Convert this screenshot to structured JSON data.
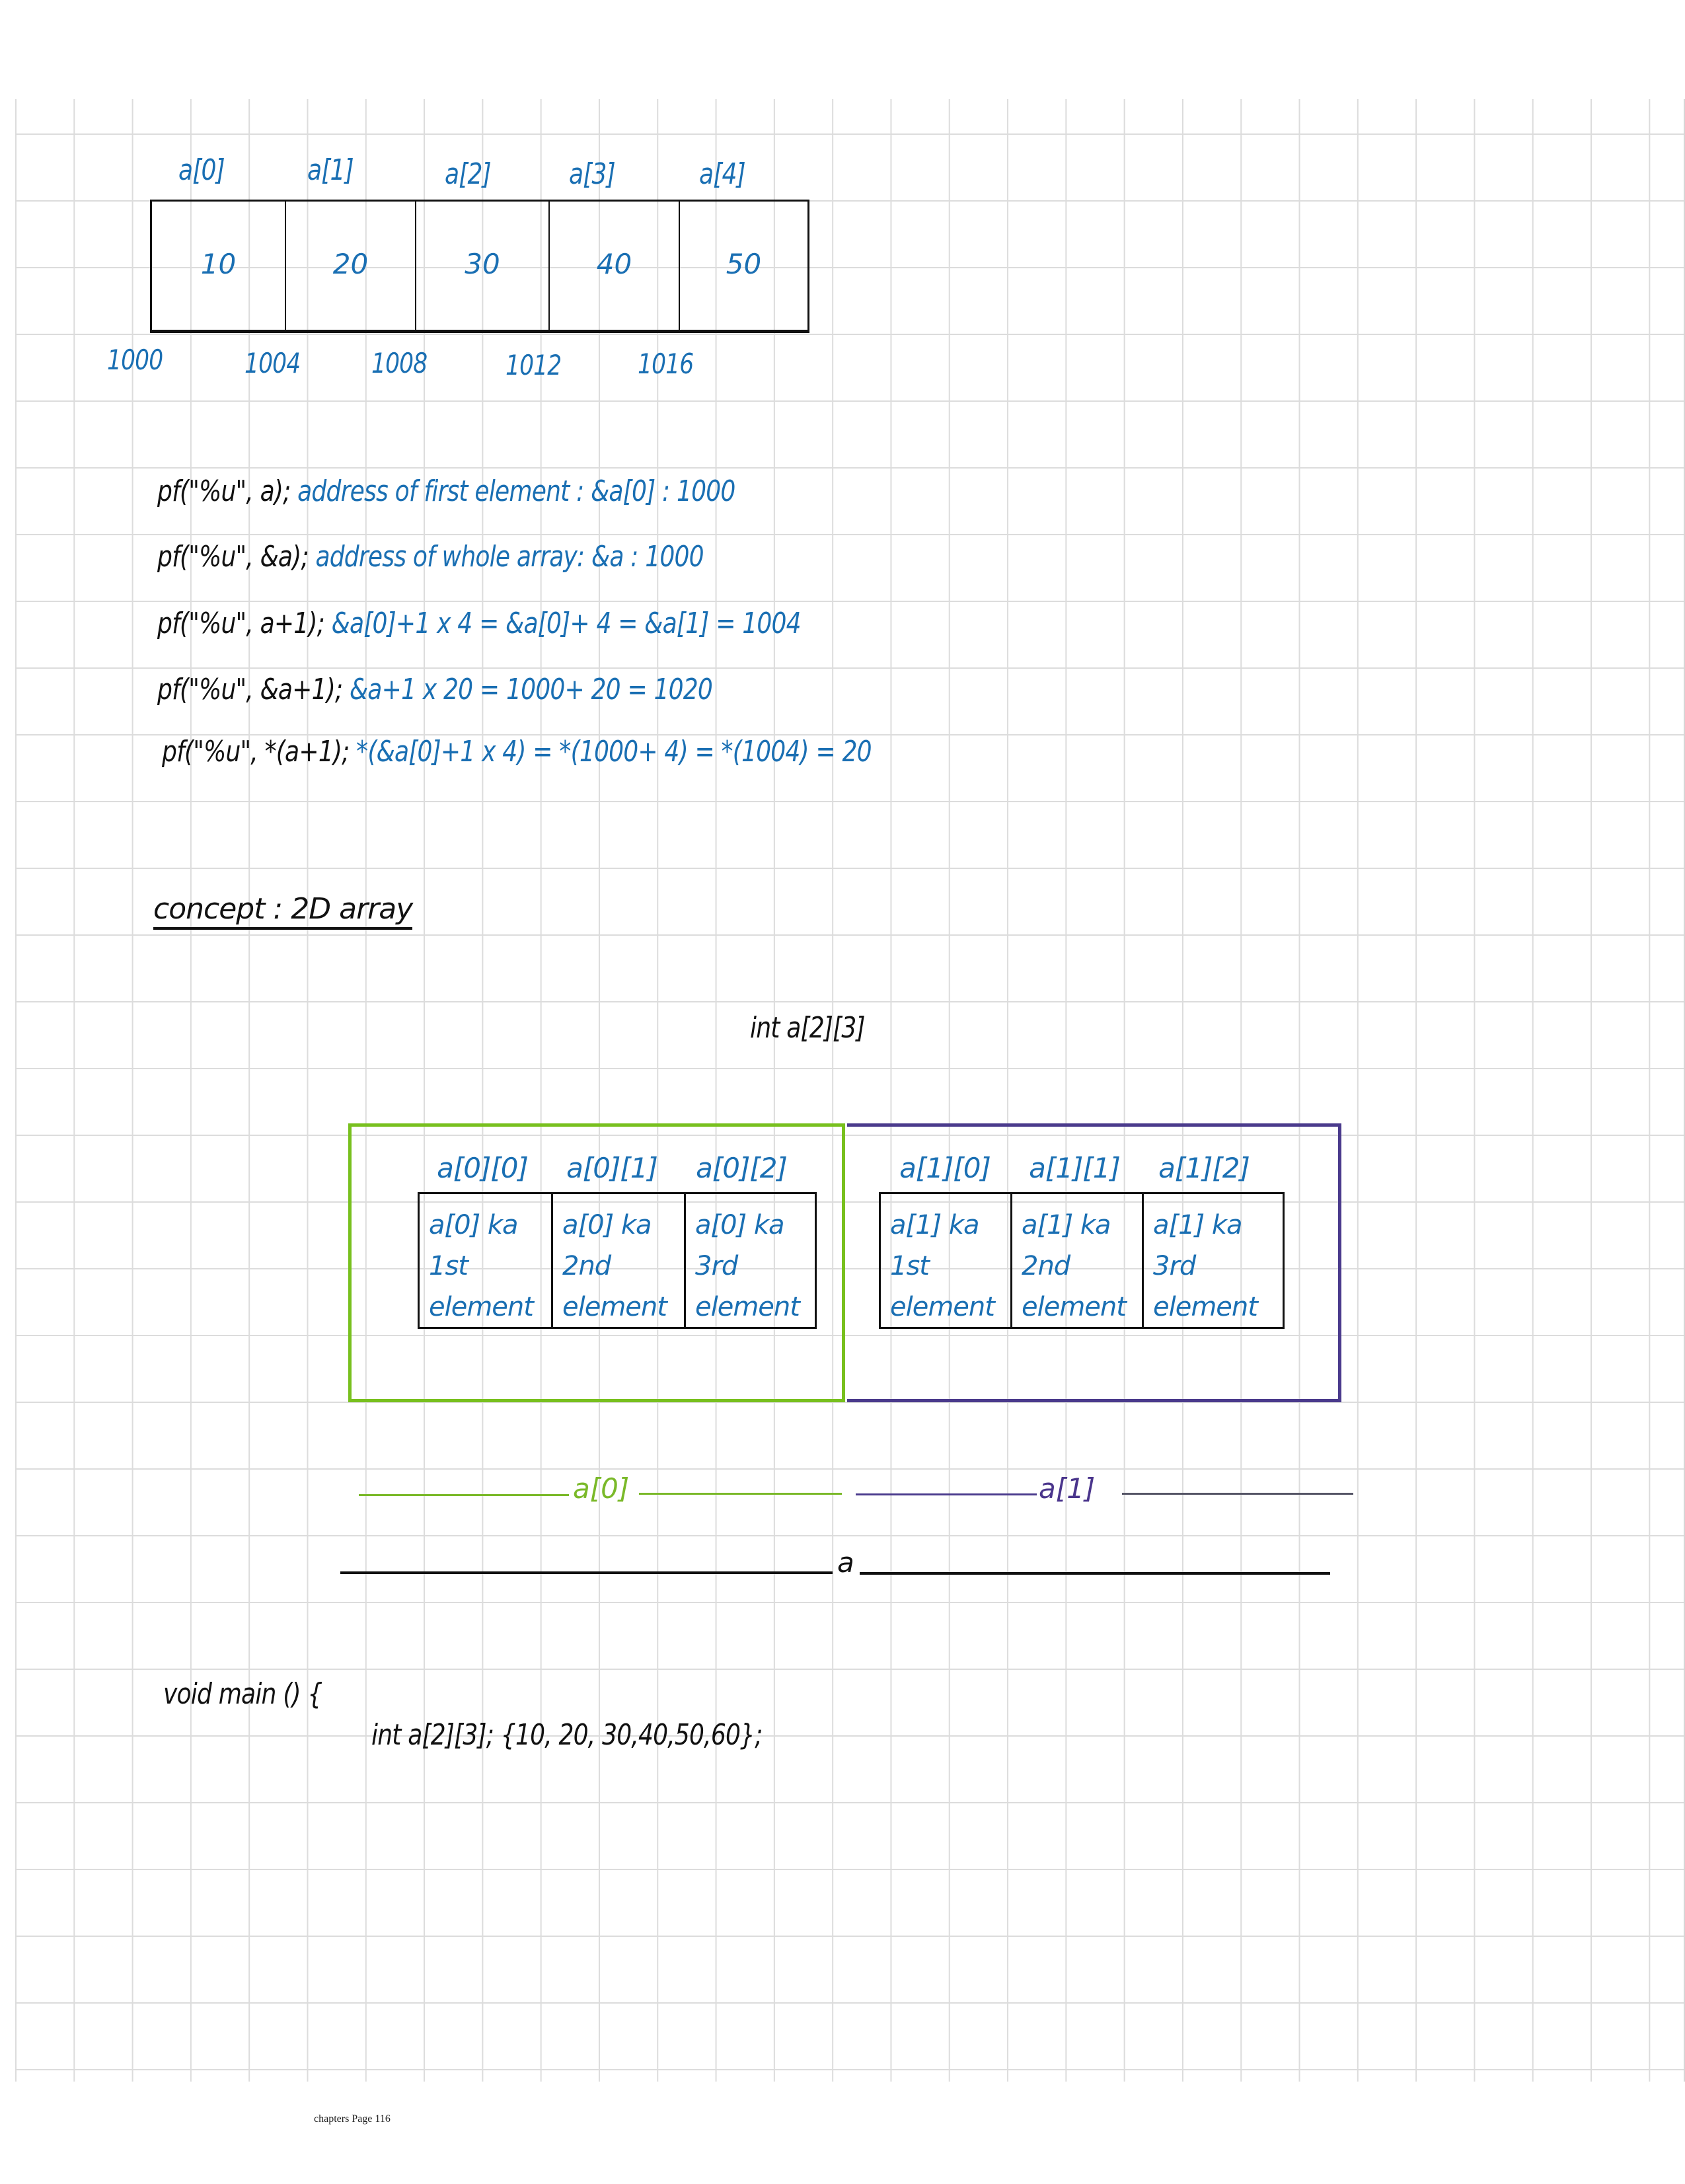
{
  "array_1d": {
    "labels": [
      "a[0]",
      "a[1]",
      "a[2]",
      "a[3]",
      "a[4]"
    ],
    "values": [
      "10",
      "20",
      "30",
      "40",
      "50"
    ],
    "addresses": [
      "1000",
      "1004",
      "1008",
      "1012",
      "1016"
    ]
  },
  "code_lines": [
    {
      "code": "pf(\"%u\", a);",
      "note": "address of first element : &a[0] : 1000"
    },
    {
      "code": "pf(\"%u\", &a);",
      "note": "address of whole array: &a : 1000"
    },
    {
      "code": "pf(\"%u\", a+1);",
      "note": "&a[0]+1 x 4 = &a[0]+ 4 = &a[1] = 1004"
    },
    {
      "code": "pf(\"%u\", &a+1);",
      "note": "&a+1 x 20 = 1000+ 20 = 1020"
    },
    {
      "code": "pf(\"%u\", *(a+1);",
      "note": "*(&a[0]+1 x 4) = *(1000+ 4) = *(1004) = 20"
    }
  ],
  "concept_heading": "concept : 2D array",
  "declaration": "int a[2][3]",
  "array_2d": {
    "rows": [
      {
        "labels": [
          "a[0][0]",
          "a[0][1]",
          "a[0][2]"
        ],
        "cells": [
          [
            "a[0] ka",
            "1st",
            "element"
          ],
          [
            "a[0] ka",
            "2nd",
            "element"
          ],
          [
            "a[0] ka",
            "3rd",
            "element"
          ]
        ],
        "color": "#78c01e"
      },
      {
        "labels": [
          "a[1][0]",
          "a[1][1]",
          "a[1][2]"
        ],
        "cells": [
          [
            "a[1] ka",
            "1st",
            "element"
          ],
          [
            "a[1] ka",
            "2nd",
            "element"
          ],
          [
            "a[1] ka",
            "3rd",
            "element"
          ]
        ],
        "color": "#4a3a8c"
      }
    ],
    "span_labels": {
      "row0": "a[0]",
      "row1": "a[1]",
      "whole": "a"
    }
  },
  "main_code": {
    "line1": "void main () {",
    "line2": "int a[2][3]; {10, 20, 30,40,50,60};"
  },
  "footer": "chapters Page 116"
}
